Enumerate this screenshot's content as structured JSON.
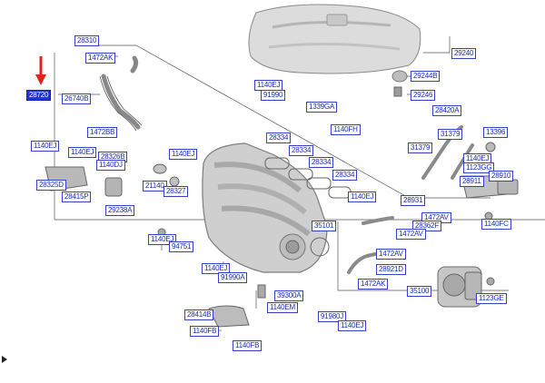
{
  "colors": {
    "label_text": "#1c2bb8",
    "label_border": "#3340c8",
    "selected_fill": "#2233dd",
    "arrow": "#e0241b",
    "line": "#555555"
  },
  "selected_part": "28720",
  "labels": {
    "p28310": "28310",
    "p1472AK_top": "1472AK",
    "p28720": "28720",
    "p26740B": "26740B",
    "p1472BB": "1472BB",
    "p1140EJ_l1": "1140EJ",
    "p1140EJ_l2": "1140EJ",
    "p28326B": "28326B",
    "p1140DJ": "1140DJ",
    "p28325D": "28325D",
    "p28415P": "28415P",
    "p29238A": "29238A",
    "p21140": "21140",
    "p28327": "28327",
    "p1140EJ_mid": "1140EJ",
    "p1140EJ_top": "1140EJ",
    "p91990": "91990",
    "p1339GA": "1339GA",
    "p1140FH": "1140FH",
    "p28334_1": "28334",
    "p28334_2": "28334",
    "p28334_3": "28334",
    "p28334_4": "28334",
    "p1140EJ_r": "1140EJ",
    "p29240": "29240",
    "p29244B": "29244B",
    "p29246": "29246",
    "p28420A": "28420A",
    "p31379_1": "31379",
    "p31379_2": "31379",
    "p13396": "13396",
    "p1140EJ_far": "1140EJ",
    "p1123GG": "1123GG",
    "p28910": "28910",
    "p28911": "28911",
    "p1140FC": "1140FC",
    "p28931": "28931",
    "p35101": "35101",
    "p1472AV_1": "1472AV",
    "p28362F": "28362F",
    "p1472AV_2": "1472AV",
    "p1472AV_3": "1472AV",
    "p28921D": "28921D",
    "p1472AK_bot": "1472AK",
    "p1140EJ_bot": "1140EJ",
    "p94751": "94751",
    "p1140EJ_b2": "1140EJ",
    "p91990A": "91990A",
    "p39300A": "39300A",
    "p1140EM": "1140EM",
    "p28414B": "28414B",
    "p91980J": "91980J",
    "p1140EJ_b3": "1140EJ",
    "p35100": "35100",
    "p1123GE": "1123GE",
    "p1140FB_1": "1140FB",
    "p1140FB_2": "1140FB"
  }
}
